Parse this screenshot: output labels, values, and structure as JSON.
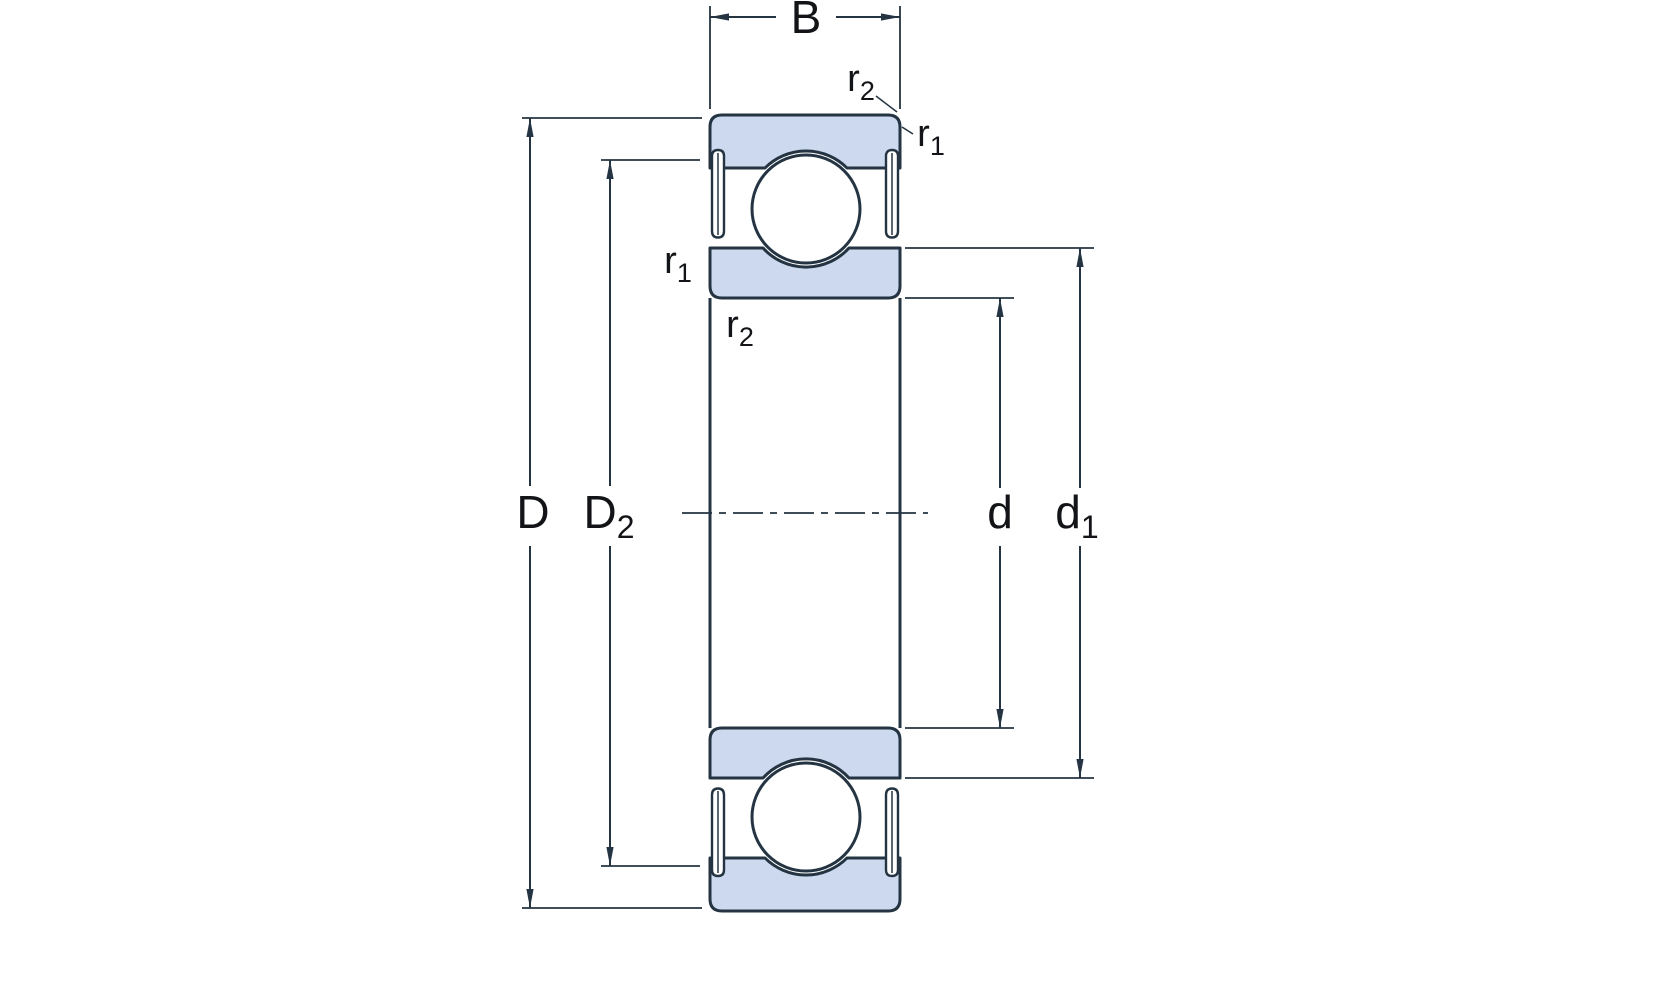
{
  "diagram": {
    "kind": "bearing-cross-section-dimension-drawing",
    "labels": {
      "width": "B",
      "outer_diameter": "D",
      "recess_diameter": {
        "base": "D",
        "sub": "2"
      },
      "bore_diameter": "d",
      "shoulder_diameter": {
        "base": "d",
        "sub": "1"
      },
      "chamfer_r1": {
        "base": "r",
        "sub": "1"
      },
      "chamfer_r2": {
        "base": "r",
        "sub": "2"
      }
    },
    "colors": {
      "line": "#243442",
      "text": "#121417",
      "ring_fill": "#ccd9ee",
      "background": "#ffffff"
    }
  }
}
